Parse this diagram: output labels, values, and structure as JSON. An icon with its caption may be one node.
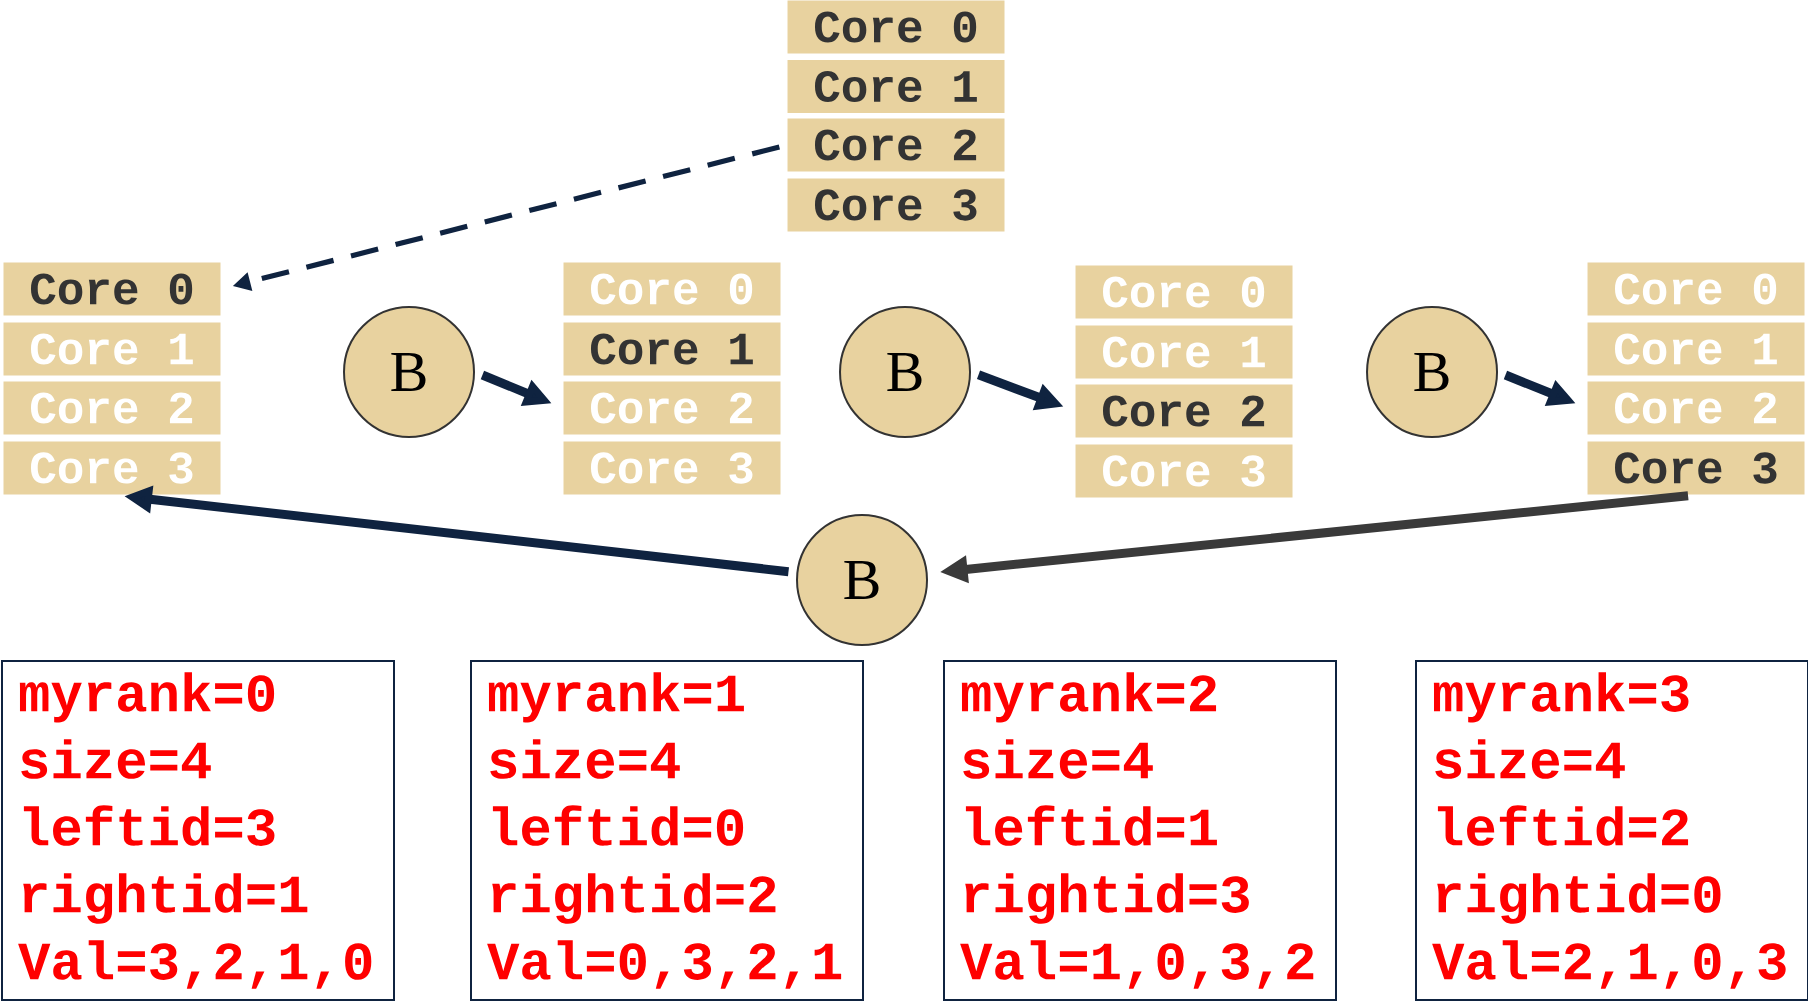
{
  "diagram": {
    "nodes": [
      {
        "text": [
          "Core 0"
        ]
      },
      {
        "text": [
          "Core 1"
        ]
      },
      {
        "text": [
          "Core 2"
        ]
      },
      {
        "text": [
          "Core 3"
        ]
      },
      {
        "text": [
          "Core 0"
        ]
      },
      {
        "text": [
          "Core 1"
        ]
      },
      {
        "text": [
          "Core 2"
        ]
      },
      {
        "text": [
          "Core 3"
        ]
      },
      {
        "text": [
          "B"
        ]
      },
      {
        "text": [
          "Core 0"
        ]
      },
      {
        "text": [
          "Core 1"
        ]
      },
      {
        "text": [
          "Core 2"
        ]
      },
      {
        "text": [
          "Core 3"
        ]
      },
      {
        "text": [
          "B"
        ]
      },
      {
        "text": [
          "Core 0"
        ]
      },
      {
        "text": [
          "Core 1"
        ]
      },
      {
        "text": [
          "Core 2"
        ]
      },
      {
        "text": [
          "Core 3"
        ]
      },
      {
        "text": [
          "B"
        ]
      },
      {
        "text": [
          "Core 0"
        ]
      },
      {
        "text": [
          "Core 1"
        ]
      },
      {
        "text": [
          "Core 2"
        ]
      },
      {
        "text": [
          "Core 3"
        ]
      },
      {
        "text": [
          "B"
        ]
      },
      {
        "text": [
          "myrank=0",
          "size=4",
          "leftid=3",
          "rightid=1",
          "Val=3,2,1,0"
        ]
      },
      {
        "text": [
          "myrank=1",
          "size=4",
          "leftid=0",
          "rightid=2",
          "Val=0,3,2,1"
        ]
      },
      {
        "text": [
          "myrank=2",
          "size=4",
          "leftid=1",
          "rightid=3",
          "Val=1,0,3,2"
        ]
      },
      {
        "text": [
          "myrank=3",
          "size=4",
          "leftid=2",
          "rightid=0",
          "Val=2,1,0,3"
        ]
      }
    ],
    "edges": [
      {
        "from": 2,
        "to": 4,
        "arrow": "to",
        "style": "dashed"
      },
      {
        "from": 8,
        "to": 11,
        "arrow": "to"
      },
      {
        "from": 13,
        "to": 16,
        "arrow": "to"
      },
      {
        "from": 18,
        "to": 21,
        "arrow": "to"
      },
      {
        "from": 22,
        "to": 23,
        "arrow": "to",
        "color": "#3a3a3a"
      },
      {
        "from": 23,
        "to": 7,
        "arrow": "to"
      }
    ]
  }
}
